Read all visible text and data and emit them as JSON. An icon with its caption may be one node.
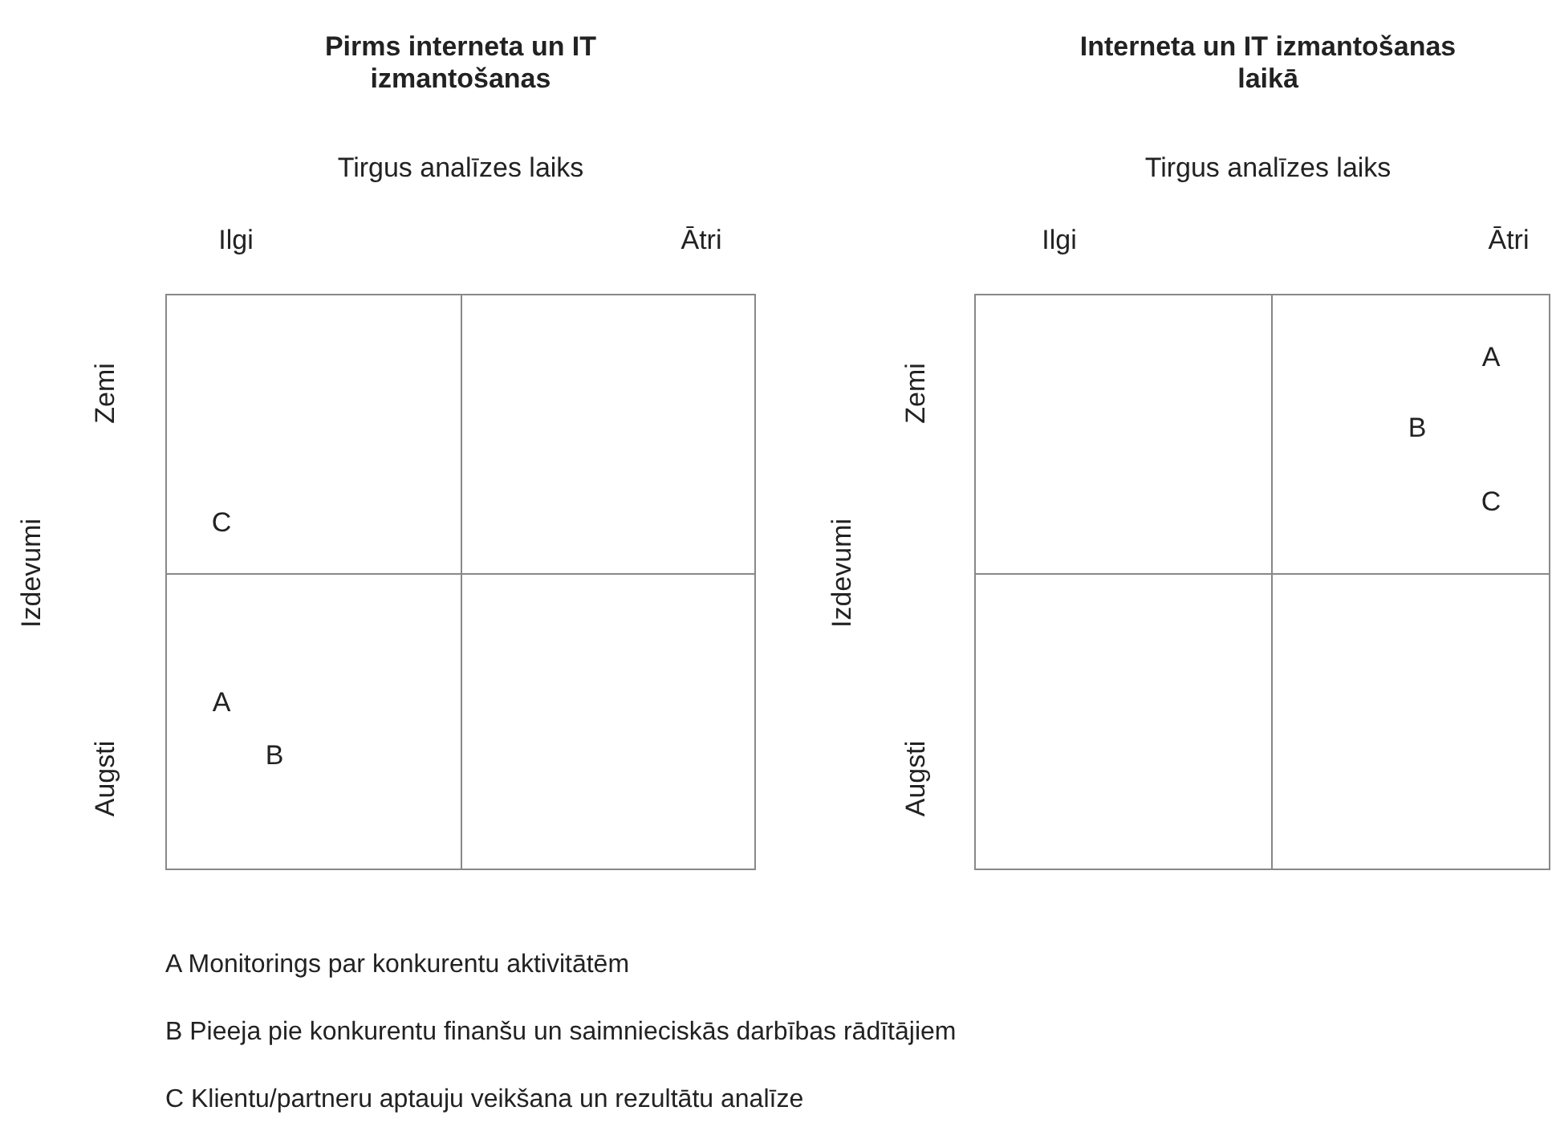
{
  "diagram": {
    "nodes": [
      {
        "text": [
          "C"
        ]
      },
      {
        "text": [],
        "shape": "box"
      },
      {
        "text": [
          "A",
          "B"
        ]
      },
      {
        "text": [],
        "shape": "box"
      },
      {
        "text": [],
        "shape": "box"
      },
      {
        "text": [
          "A",
          "B",
          "C"
        ]
      },
      {
        "text": [],
        "shape": "box"
      },
      {
        "text": [],
        "shape": "box"
      }
    ],
    "labels": [
      "Pirms interneta un IT izmantošanas",
      "Interneta un IT izmantošanas laikā",
      "Tirgus analīzes laiks",
      "Tirgus analīzes laiks",
      "Ilgi",
      "Ātri",
      "Ilgi",
      "Ātri",
      "Zemi",
      "Izdevumi",
      "Augsti",
      "Zemi",
      "Izdevumi",
      "Augsti",
      "A Monitorings par konkurentu aktivitātēm",
      "B Pieeja pie konkurentu finanšu un saimnieciskās darbības rādītājiem",
      "C Klientu/partneru aptauju veikšana un rezultātu analīze"
    ]
  }
}
